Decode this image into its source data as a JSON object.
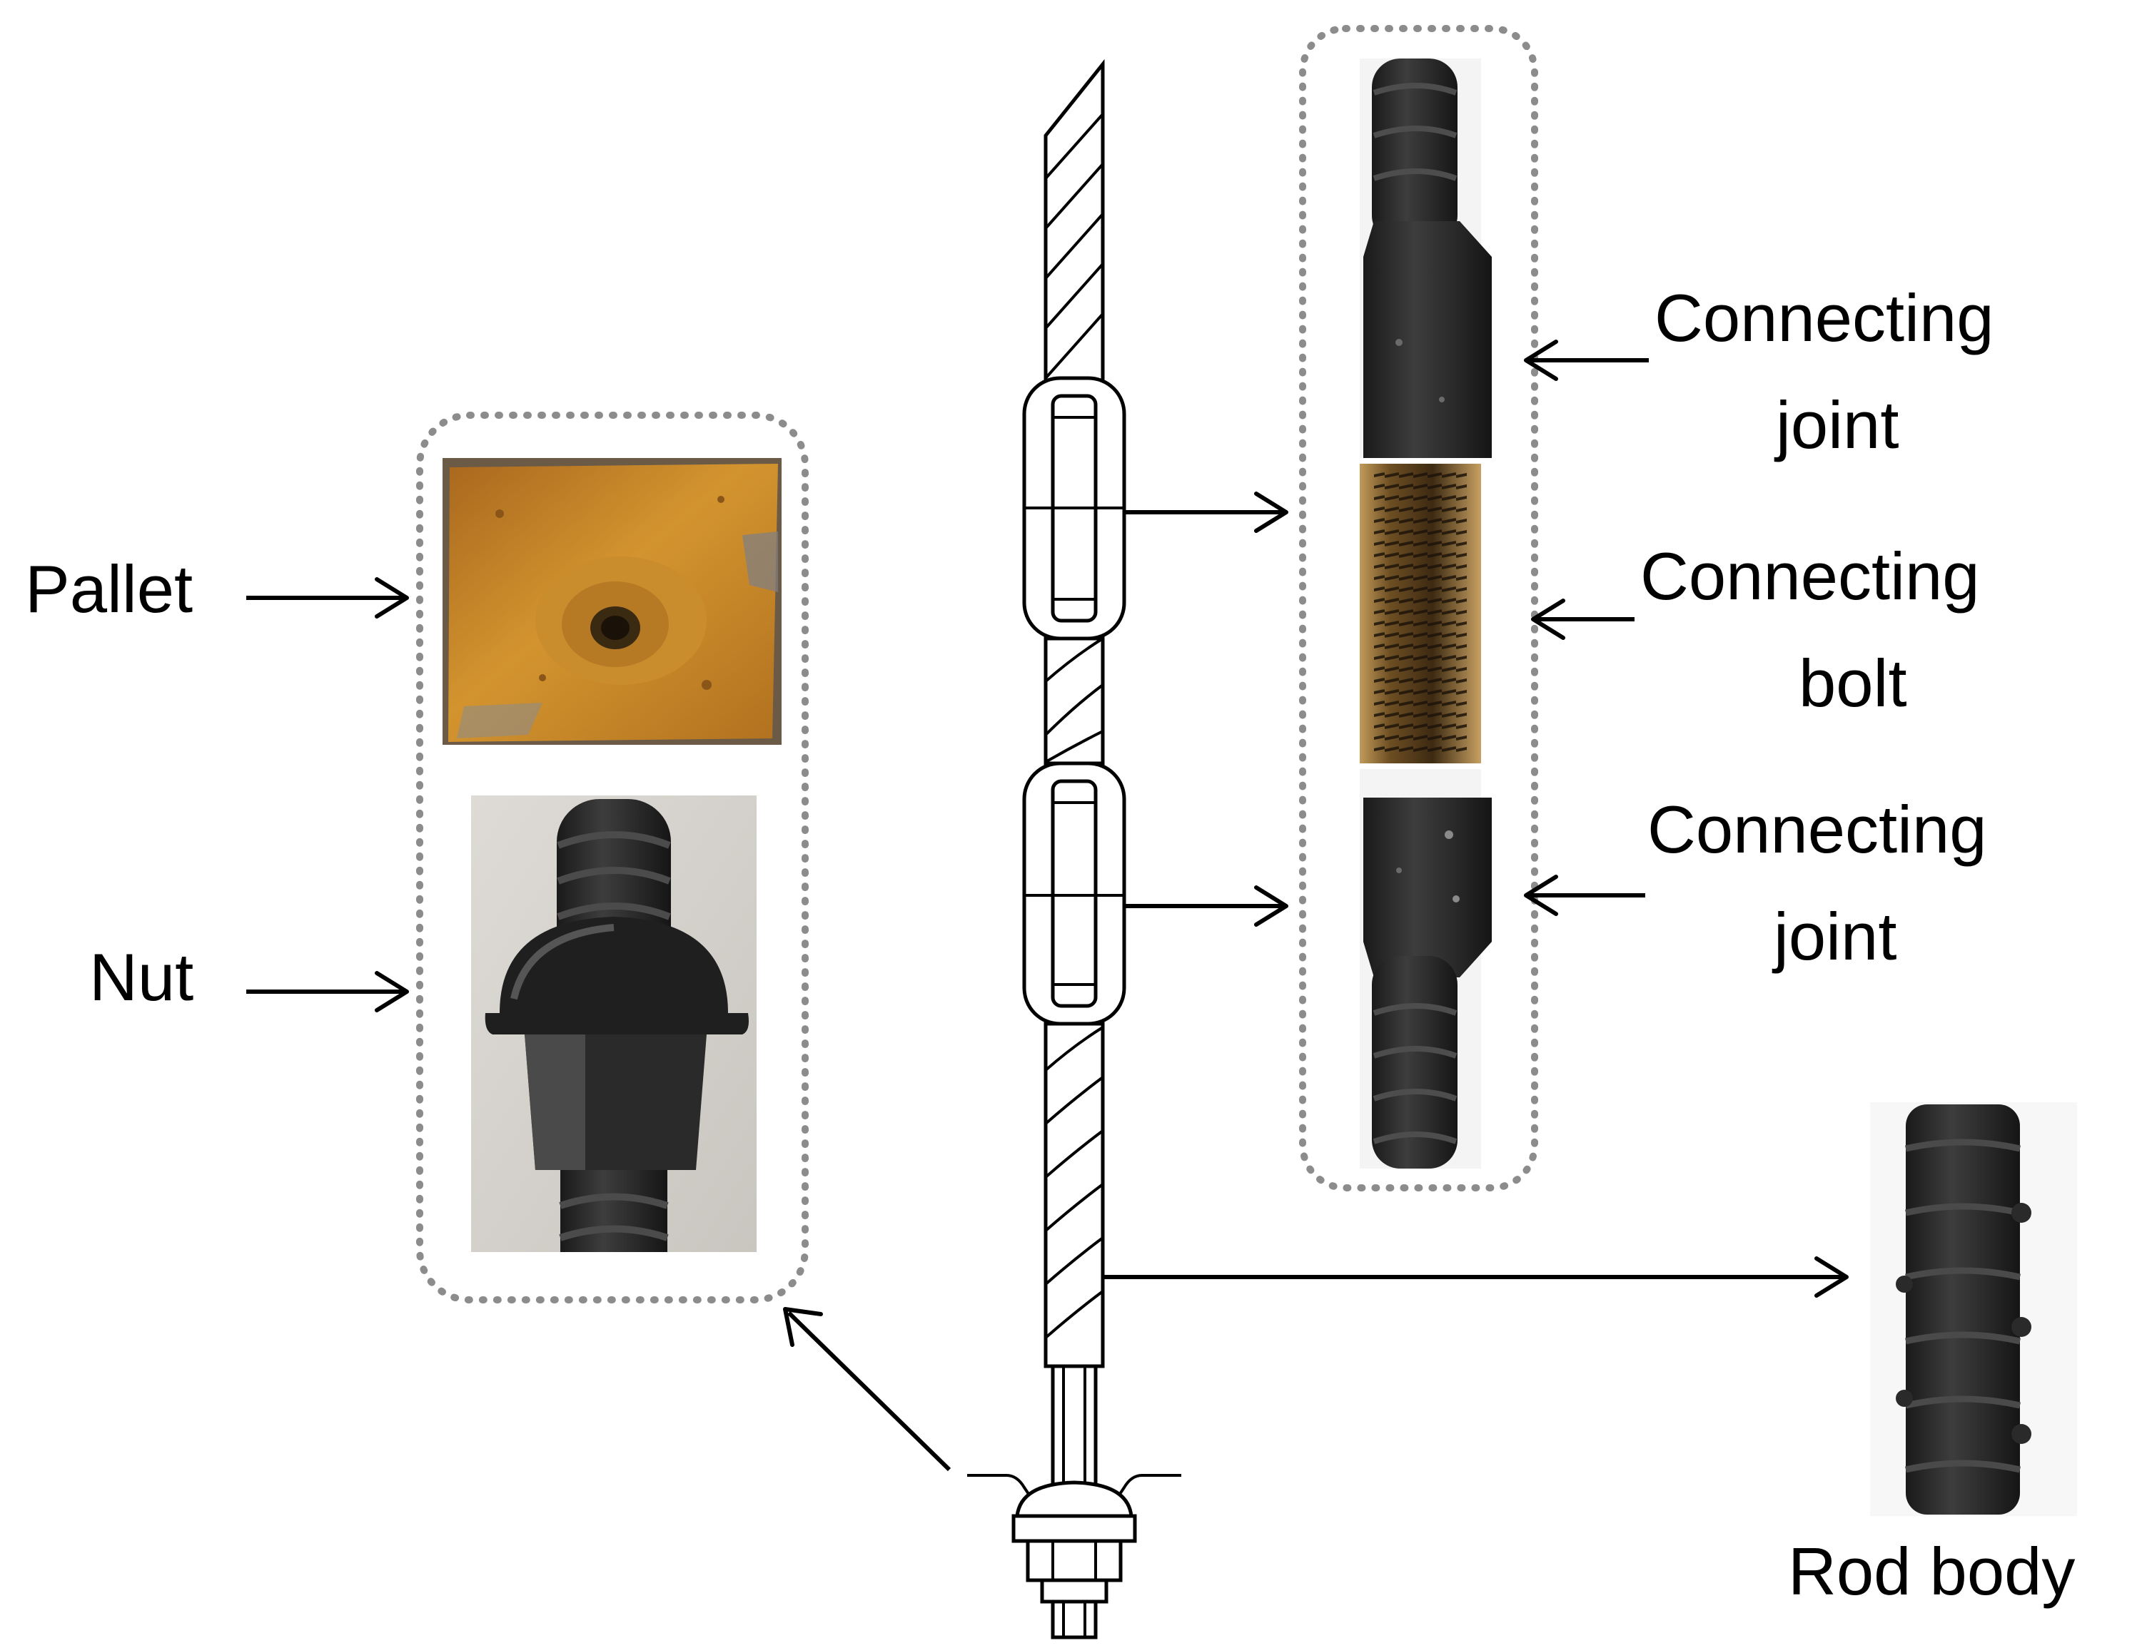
{
  "labels": {
    "pallet": "Pallet",
    "nut": "Nut",
    "joint_top_line1": "Connecting",
    "joint_top_line2": "joint",
    "bolt_line1": "Connecting",
    "bolt_line2": "bolt",
    "joint_bottom_line1": "Connecting",
    "joint_bottom_line2": "joint",
    "rod_body": "Rod body"
  },
  "colors": {
    "dotted_border": "#8c8c8c",
    "pallet_rust": "#c8862c",
    "rebar_dark": "#2b2b2b",
    "bolt_bronze": "#8a6a3a",
    "background": "#ffffff"
  },
  "icons": {
    "arrow": "arrow-right-icon"
  }
}
